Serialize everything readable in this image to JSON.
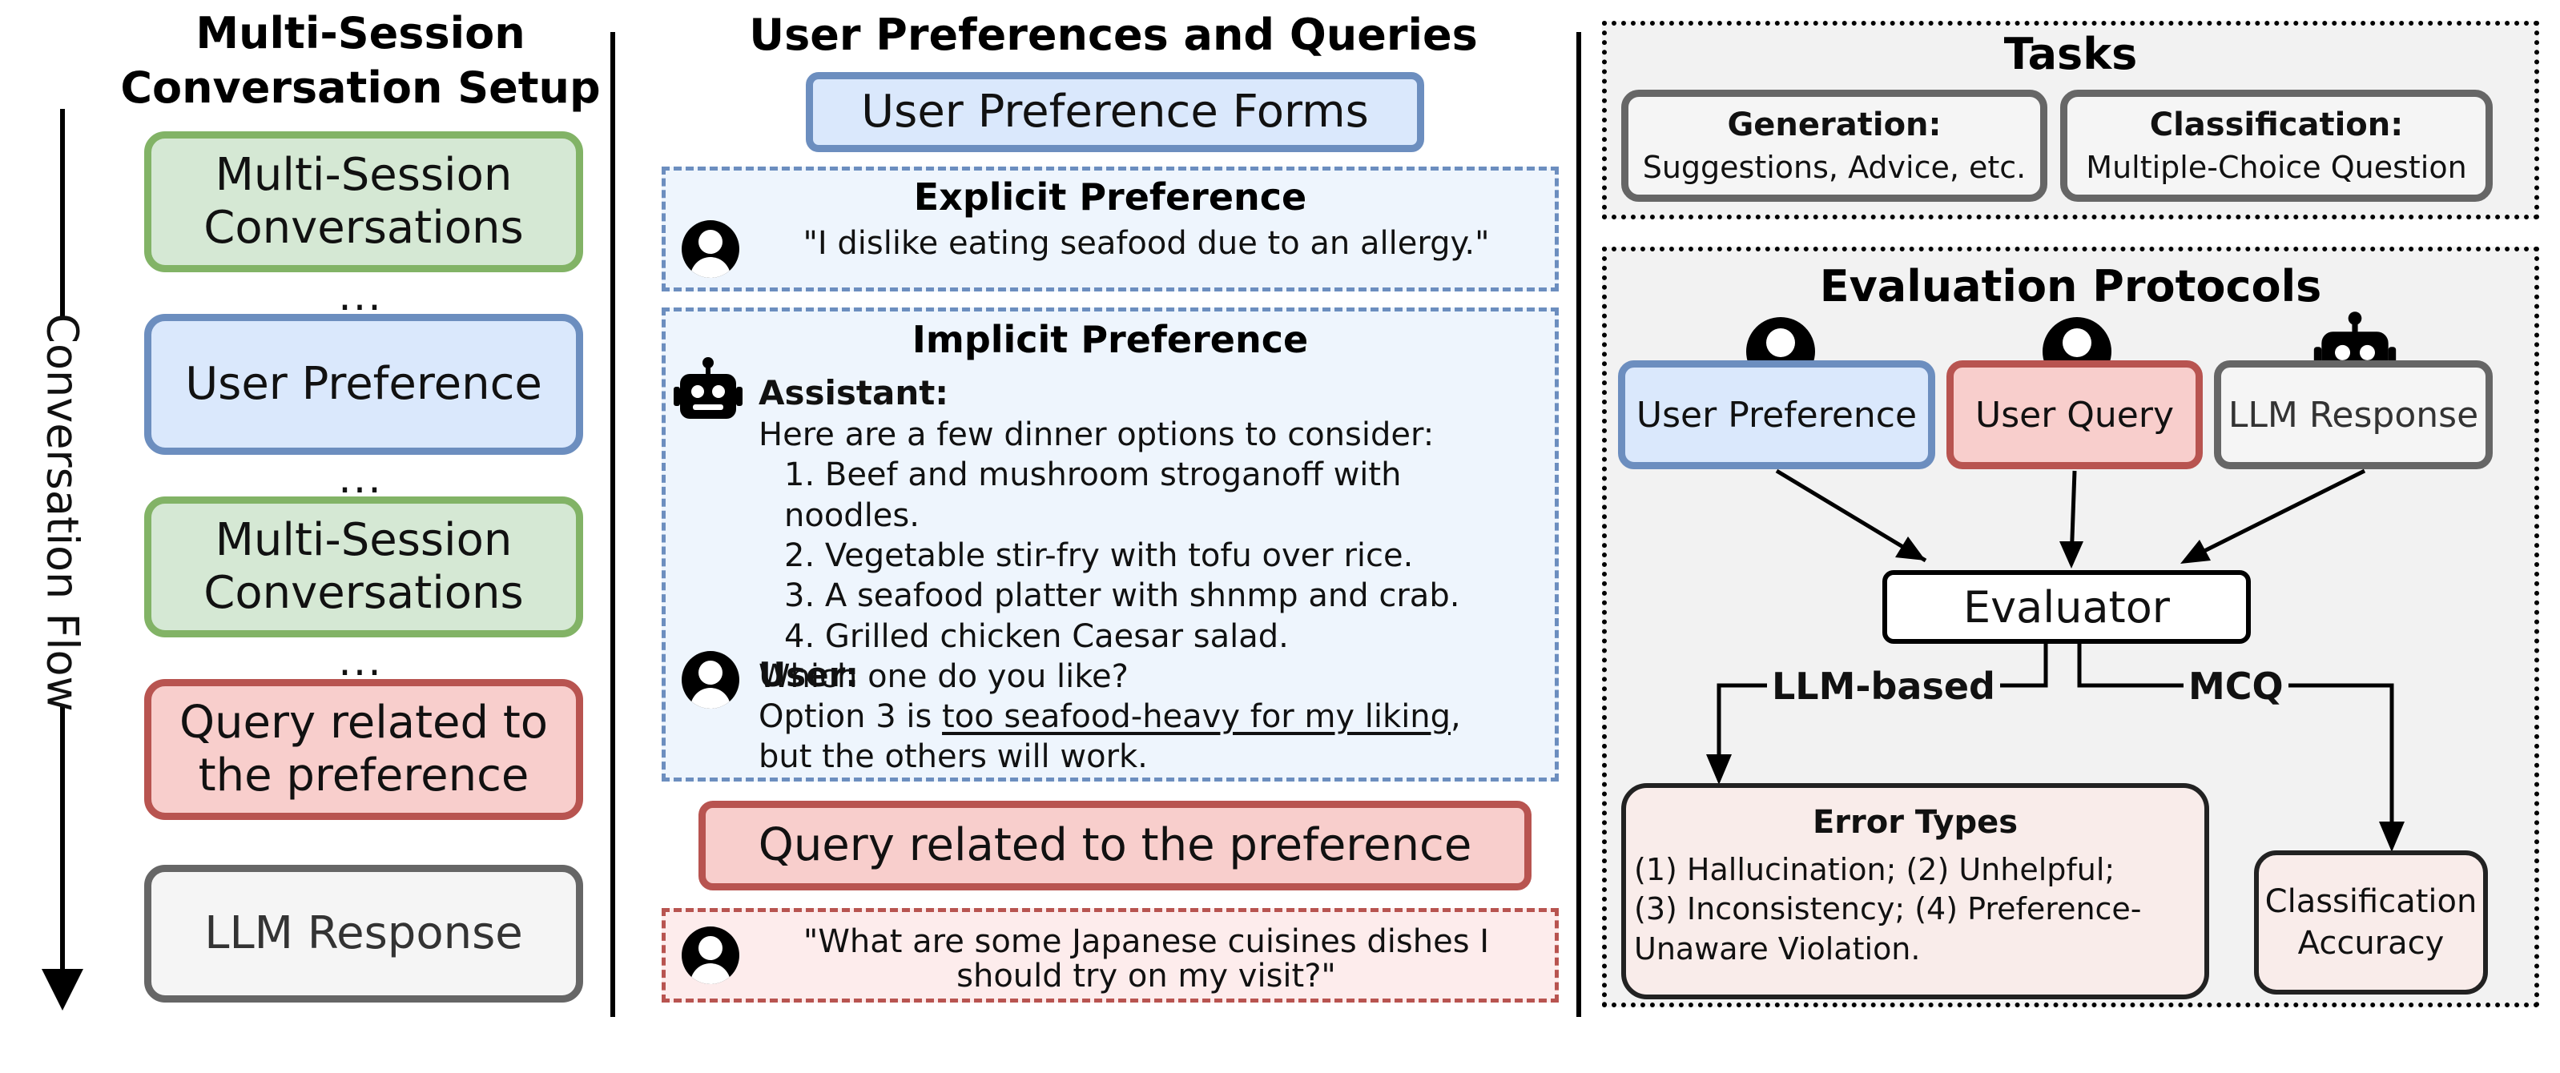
{
  "setup": {
    "title_line1": "Multi-Session",
    "title_line2": "Conversation Setup",
    "flow_label": "Conversation Flow",
    "dots": "...",
    "boxes": [
      {
        "line1": "Multi-Session",
        "line2": "Conversations"
      },
      {
        "line1": "User Preference",
        "line2": ""
      },
      {
        "line1": "Multi-Session",
        "line2": "Conversations"
      },
      {
        "line1": "Query related to",
        "line2": "the preference"
      },
      {
        "line1": "LLM Response",
        "line2": ""
      }
    ]
  },
  "prefs": {
    "title": "User Preferences and Queries",
    "forms_label": "User Preference Forms",
    "explicit_title": "Explicit Preference",
    "explicit_quote": "\"I dislike eating seafood due to an allergy.\"",
    "implicit_title": "Implicit Preference",
    "assistant_label": "Assistant:",
    "assistant_lines": [
      "Here are a few dinner options to consider:",
      "1. Beef and mushroom stroganoff with noodles.",
      "2. Vegetable stir-fry with tofu over rice.",
      "3. A seafood platter with shnmp and crab.",
      "4. Grilled chicken Caesar salad.",
      "Which one do you like?"
    ],
    "user_label": "User:",
    "user_line1_pre": "Option 3 is ",
    "user_line1_underlined": "too seafood-heavy for my liking",
    "user_line1_post": ",",
    "user_line2": "but the others will work.",
    "query_label": "Query related to the preference",
    "query_quote_line1": "\"What are some Japanese cuisines dishes I",
    "query_quote_line2": "should try on my visit?\""
  },
  "tasks": {
    "title": "Tasks",
    "generation_title": "Generation:",
    "generation_desc": "Suggestions, Advice, etc.",
    "classification_title": "Classification:",
    "classification_desc": "Multiple-Choice Question"
  },
  "eval": {
    "title": "Evaluation Protocols",
    "user_preference": "User Preference",
    "user_query": "User Query",
    "llm_response": "LLM Response",
    "evaluator": "Evaluator",
    "llm_based": "LLM-based",
    "mcq": "MCQ",
    "error_title": "Error Types",
    "error_lines": [
      "(1) Hallucination; (2) Unhelpful;",
      "(3) Inconsistency; (4) Preference-",
      "Unaware Violation."
    ],
    "accuracy_line1": "Classification",
    "accuracy_line2": "Accuracy"
  },
  "colors": {
    "green_fill": "#d5e8d4",
    "green_border": "#82b366",
    "blue_fill": "#dae8fc",
    "blue_border": "#6c8ebf",
    "red_fill": "#f8cecc",
    "red_border": "#b85450",
    "gray_fill": "#f5f5f5",
    "gray_border": "#666666"
  }
}
